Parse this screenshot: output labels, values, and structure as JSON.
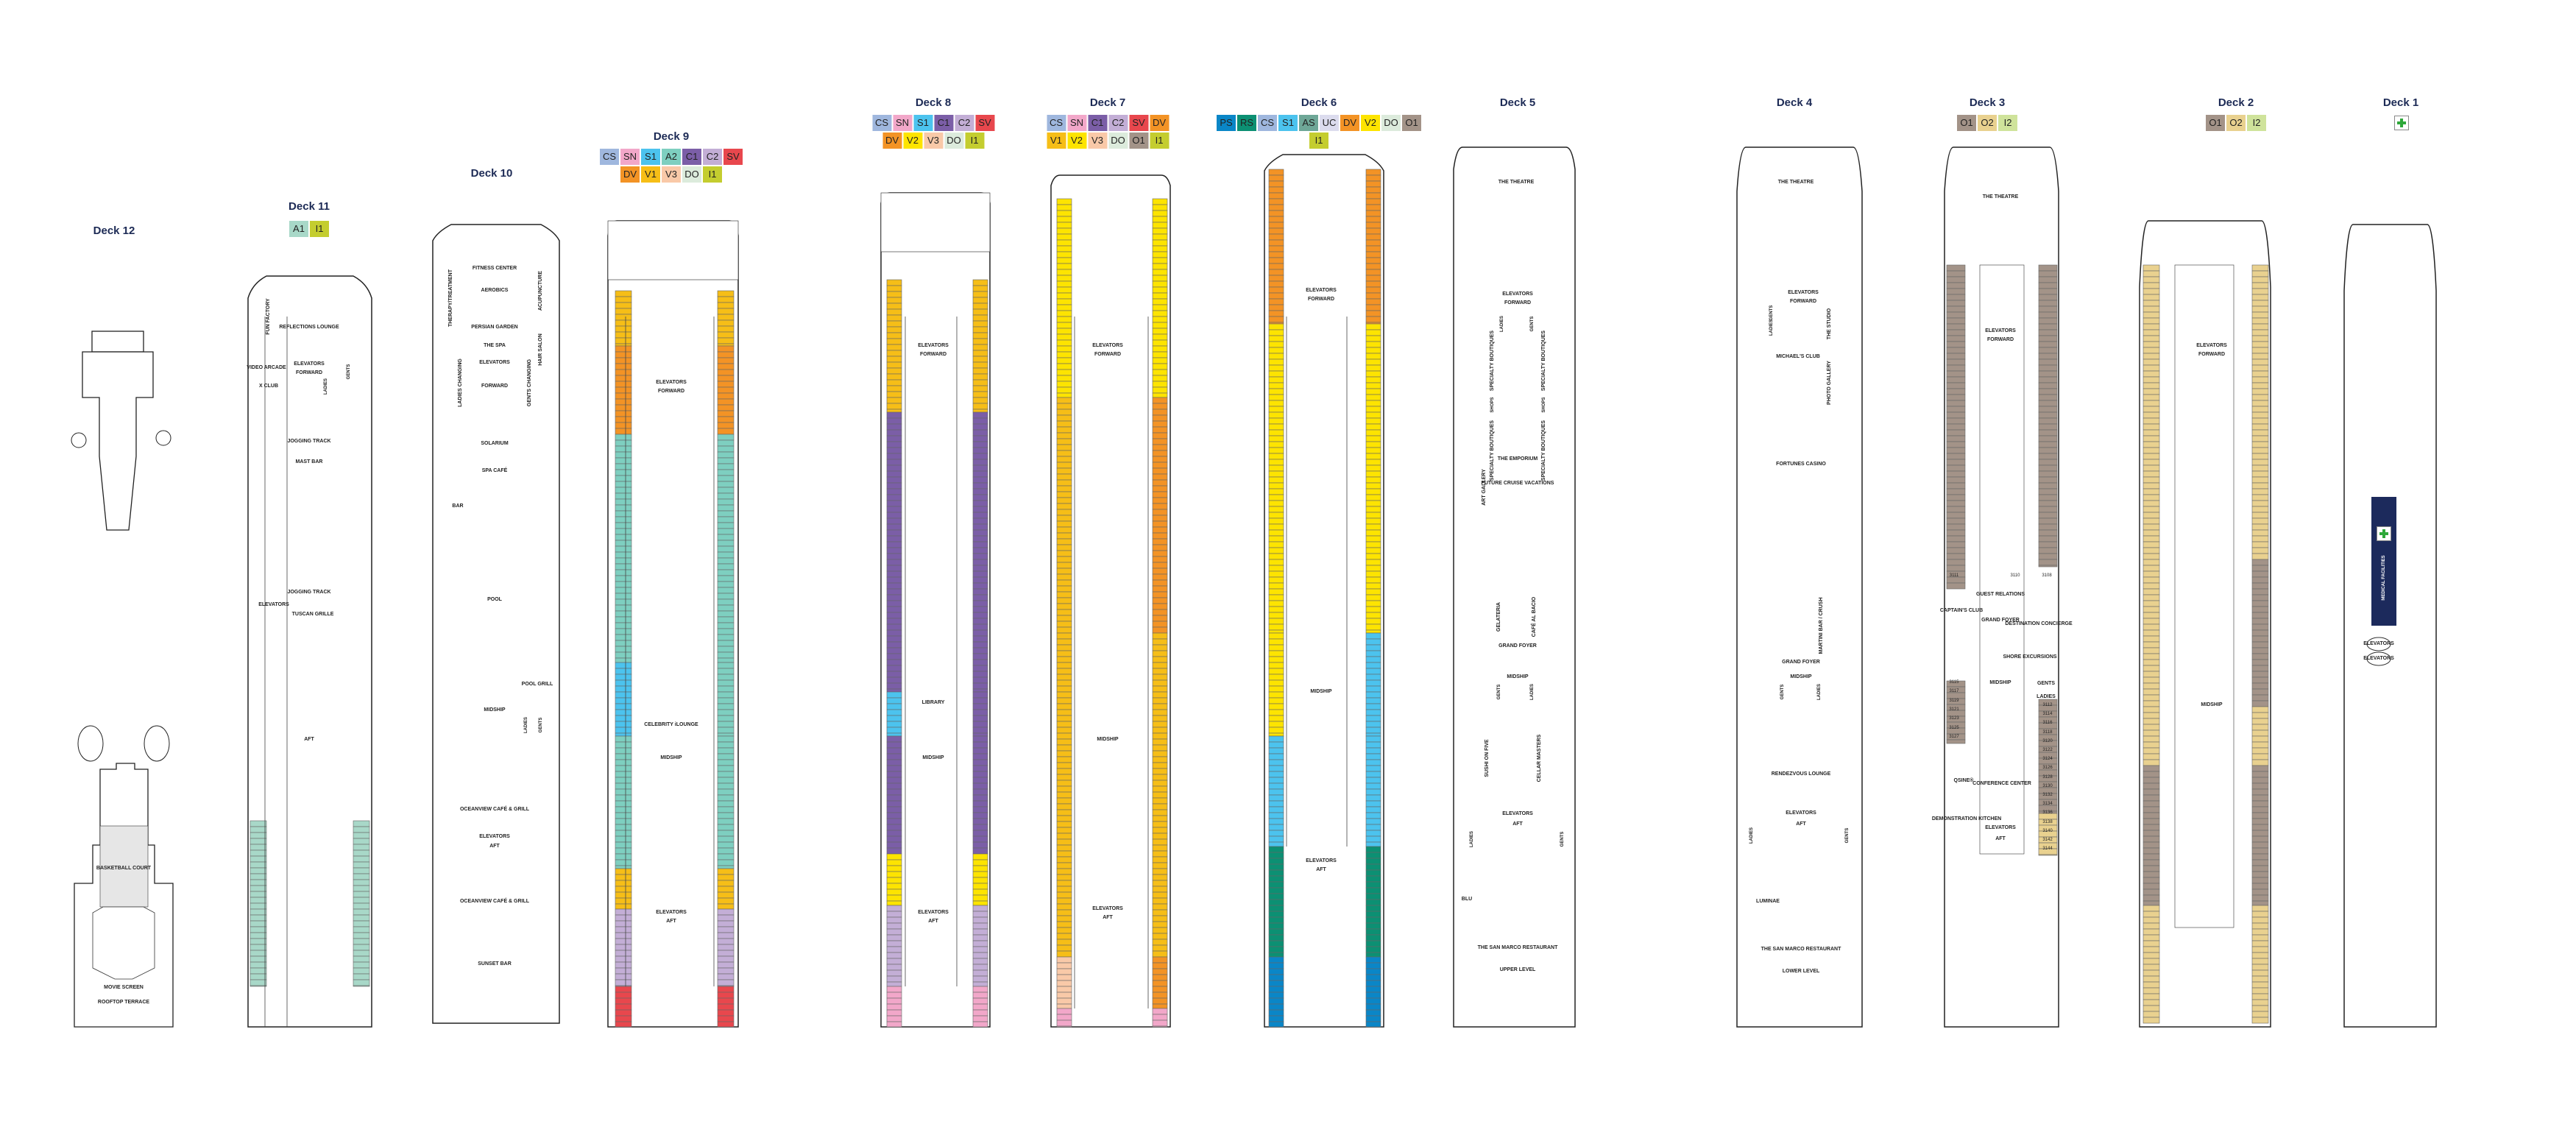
{
  "colors": {
    "CS": "#9fb7de",
    "SN": "#f2a7c9",
    "S1": "#4cc3ee",
    "A2": "#7ecfc0",
    "C1": "#7b5ea7",
    "C2": "#c3aed6",
    "SV": "#e8474d",
    "DV": "#f39325",
    "V1": "#f6be17",
    "V2": "#fde400",
    "V3": "#f9c9a8",
    "DO": "#dcebdc",
    "I1": "#c4cd2f",
    "PS": "#0a86c7",
    "RS": "#0c9073",
    "AS": "#6ea797",
    "UC": "#dcdcee",
    "O1": "#a39388",
    "O2": "#e9d18f",
    "I2": "#cfe39b",
    "A1": "#a8d8c8",
    "hull": "#222222",
    "medical": "#1c2a5c"
  },
  "decks": [
    {
      "title": "Deck 12",
      "legend": [],
      "labels": [
        "BASKETBALL COURT",
        "MOVIE SCREEN",
        "ROOFTOP TERRACE"
      ]
    },
    {
      "title": "Deck 11",
      "legend": [
        "A1",
        "I1"
      ],
      "labels": [
        "FUN FACTORY",
        "REFLECTIONS LOUNGE",
        "VIDEO ARCADE",
        "X CLUB",
        "ELEVATORS",
        "FORWARD",
        "GENTS",
        "LADIES",
        "JOGGING TRACK",
        "MAST BAR",
        "JOGGING TRACK",
        "TUSCAN GRILLE",
        "ELEVATORS",
        "AFT"
      ]
    },
    {
      "title": "Deck 10",
      "legend": [],
      "labels": [
        "FITNESS CENTER",
        "AEROBICS",
        "THERAPY/TREATMENT",
        "ACUPUNCTURE",
        "PERSIAN GARDEN",
        "THE SPA",
        "HAIR SALON",
        "ELEVATORS",
        "FORWARD",
        "LADIES CHANGING",
        "GENTS CHANGING",
        "SOLARIUM",
        "SPA CAFÉ",
        "BAR",
        "POOL",
        "POOL GRILL",
        "MIDSHIP",
        "LADIES",
        "GENTS",
        "OCEANVIEW CAFÉ & GRILL",
        "ELEVATORS",
        "AFT",
        "OCEANVIEW CAFÉ & GRILL",
        "SUNSET BAR"
      ]
    },
    {
      "title": "Deck 9",
      "legend": [
        "CS",
        "SN",
        "S1",
        "A2",
        "C1",
        "C2",
        "SV",
        "DV",
        "V1",
        "V3",
        "DO",
        "I1"
      ],
      "labels": [
        "ELEVATORS",
        "FORWARD",
        "CELEBRITY iLOUNGE",
        "MIDSHIP",
        "ELEVATORS",
        "AFT"
      ]
    },
    {
      "title": "Deck 8",
      "legend": [
        "CS",
        "SN",
        "S1",
        "C1",
        "C2",
        "SV",
        "DV",
        "V2",
        "V3",
        "DO",
        "I1"
      ],
      "labels": [
        "ELEVATORS",
        "FORWARD",
        "LIBRARY",
        "MIDSHIP",
        "ELEVATORS",
        "AFT"
      ]
    },
    {
      "title": "Deck 7",
      "legend": [
        "CS",
        "SN",
        "C1",
        "C2",
        "SV",
        "DV",
        "V1",
        "V2",
        "V3",
        "DO",
        "O1",
        "I1"
      ],
      "labels": [
        "ELEVATORS",
        "FORWARD",
        "MIDSHIP",
        "ELEVATORS",
        "AFT"
      ]
    },
    {
      "title": "Deck 6",
      "legend": [
        "PS",
        "RS",
        "CS",
        "S1",
        "AS",
        "UC",
        "DV",
        "V2",
        "DO",
        "O1",
        "I1"
      ],
      "labels": [
        "ELEVATORS",
        "FORWARD",
        "MIDSHIP",
        "ELEVATORS",
        "AFT"
      ]
    },
    {
      "title": "Deck 5",
      "legend": [],
      "labels": [
        "THE THEATRE",
        "ELEVATORS",
        "FORWARD",
        "LADIES",
        "GENTS",
        "SPECIALTY BOUTIQUES",
        "SPECIALTY BOUTIQUES",
        "SHOPS",
        "SHOPS",
        "SPECIALTY BOUTIQUES",
        "SPECIALTY BOUTIQUES",
        "THE EMPORIUM",
        "FUTURE CRUISE VACATIONS",
        "ART GALLERY",
        "GELATERIA",
        "GRAND FOYER",
        "CAFÉ AL BACIO",
        "MIDSHIP",
        "GENTS",
        "LADIES",
        "SUSHI ON FIVE",
        "CELLAR MASTERS",
        "ELEVATORS",
        "AFT",
        "LADIES",
        "GENTS",
        "BLU",
        "THE SAN MARCO RESTAURANT",
        "UPPER LEVEL"
      ]
    },
    {
      "title": "Deck 4",
      "legend": [],
      "labels": [
        "THE THEATRE",
        "ELEVATORS",
        "FORWARD",
        "GENTS",
        "LADIES",
        "THE STUDIO",
        "MICHAEL'S CLUB",
        "PHOTO GALLERY",
        "FORTUNES CASINO",
        "MARTINI BAR / CRUSH",
        "GRAND FOYER",
        "MIDSHIP",
        "GENTS",
        "LADIES",
        "RENDEZVOUS LOUNGE",
        "ELEVATORS",
        "AFT",
        "LADIES",
        "GENTS",
        "LUMINAE",
        "THE SAN MARCO RESTAURANT",
        "LOWER LEVEL"
      ]
    },
    {
      "title": "Deck 3",
      "legend": [
        "O1",
        "O2",
        "I2"
      ],
      "labels": [
        "THE THEATRE",
        "ELEVATORS",
        "FORWARD",
        "GUEST RELATIONS",
        "CAPTAIN'S CLUB",
        "GRAND FOYER",
        "DESTINATION CONCIERGE",
        "SHORE EXCURSIONS",
        "MIDSHIP",
        "GENTS",
        "LADIES",
        "QSINE®",
        "CONFERENCE CENTER",
        "DEMONSTRATION KITCHEN",
        "ELEVATORS",
        "AFT"
      ],
      "cabins": [
        "3111",
        "3110",
        "3108",
        "3115",
        "3117",
        "3119",
        "3121",
        "3123",
        "3125",
        "3127",
        "3112",
        "3114",
        "3116",
        "3118",
        "3120",
        "3122",
        "3124",
        "3126",
        "3128",
        "3130",
        "3132",
        "3134",
        "3136",
        "3138",
        "3140",
        "3142",
        "3144"
      ]
    },
    {
      "title": "Deck 2",
      "legend": [
        "O1",
        "O2",
        "I2"
      ],
      "labels": [
        "ELEVATORS",
        "FORWARD",
        "MIDSHIP"
      ]
    },
    {
      "title": "Deck 1",
      "legend": [],
      "legend_icon": "medical-cross-icon",
      "labels": [
        "MEDICAL FACILITIES",
        "ELEVATORS",
        "ELEVATORS"
      ]
    }
  ]
}
